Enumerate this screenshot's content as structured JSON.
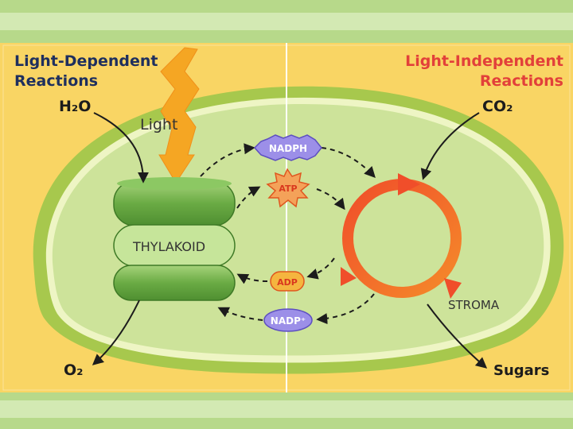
{
  "title_left": "Light-Dependent\nReactions",
  "title_left_line1": "Light-Dependent",
  "title_left_line2": "Reactions",
  "title_right_line1": "Light-Independent",
  "title_right_line2": "Reactions",
  "inputs": {
    "water": "H₂O",
    "light": "Light",
    "carbon_dioxide": "CO₂"
  },
  "outputs": {
    "oxygen": "O₂",
    "sugars": "Sugars"
  },
  "structures": {
    "thylakoid": "THYLAKOID",
    "stroma": "STROMA"
  },
  "molecules": {
    "nadph": "NADPH",
    "atp": "ATP",
    "adp": "ADP",
    "nadp": "NADP⁺"
  },
  "colors": {
    "background": "#f9d564",
    "band_green": "#b7d98a",
    "band_light": "#d3e9b3",
    "chloroplast_outer": "#a7c84d",
    "chloroplast_inner": "#d4e8a2",
    "thylakoid_green": "#6fae4b",
    "cycle_orange": "#f0592b",
    "light_arrow": "#f5a623",
    "title_left": "#1e2f5e",
    "title_right": "#e2403a",
    "nadph_purple": "#9c8fe8",
    "atp_orange": "#f4a259",
    "adp_orange": "#f5b53f"
  }
}
